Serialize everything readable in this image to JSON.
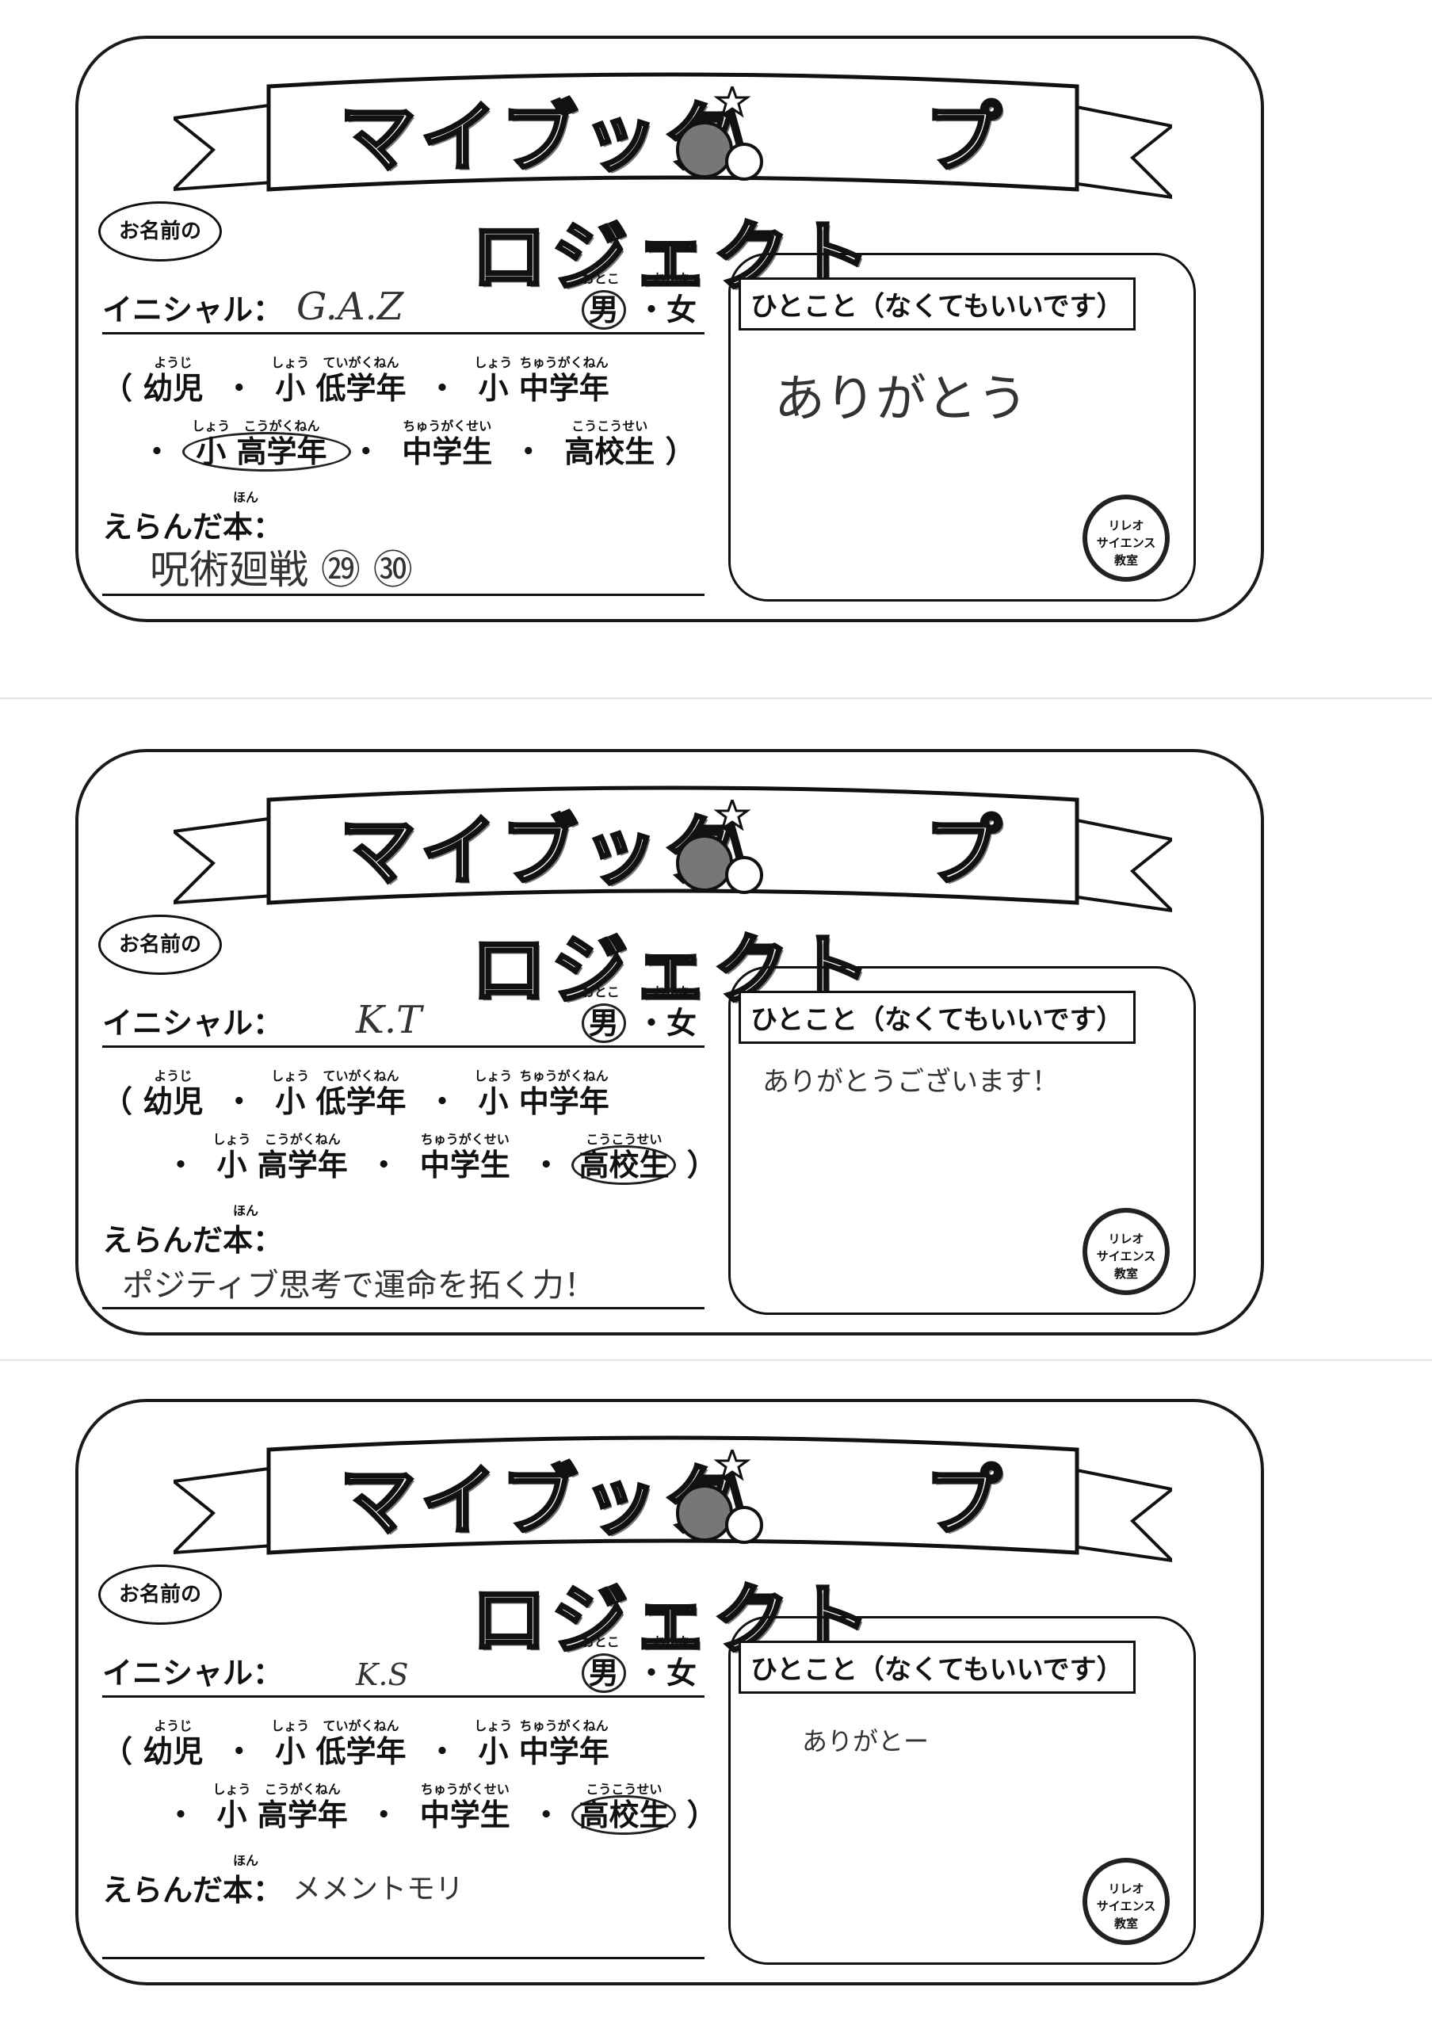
{
  "form": {
    "title_part1": "マイブック",
    "title_part2": "プロジェクト",
    "name_bubble": "お名前の",
    "initial_label": "イニシャル：",
    "gender_ruby_male": "おとこ",
    "gender_ruby_female": "おんな",
    "gender_male": "男",
    "gender_female": "女",
    "grade_line1": {
      "open": "（",
      "g1": "幼児",
      "g1_ruby": "ようじ",
      "g2a": "小",
      "g2a_ruby": "しょう",
      "g2": "低学年",
      "g2_ruby": "ていがくねん",
      "g3a": "小",
      "g3a_ruby": "しょう",
      "g3": "中学年",
      "g3_ruby": "ちゅうがくねん",
      "sep": "・"
    },
    "grade_line2": {
      "g4a": "小",
      "g4a_ruby": "しょう",
      "g4": "高学年",
      "g4_ruby": "こうがくねん",
      "g5": "中学生",
      "g5_ruby": "ちゅうがくせい",
      "g6": "高校生",
      "g6_ruby": "こうこうせい",
      "close": "）",
      "sep": "・"
    },
    "book_label": "えらんだ本：",
    "book_ruby": "ほん",
    "comment_title": "ひとこと（なくてもいいです）",
    "logo_text_1": "リレオ",
    "logo_text_2": "サイエンス",
    "logo_text_3": "教室"
  },
  "cards": [
    {
      "initial": "G.A.Z",
      "book": "呪術廻戦 ㉙ ㉚",
      "comment": "ありがとう"
    },
    {
      "initial": "K.T",
      "book": "ポジティブ思考で運命を拓く力！",
      "comment": "ありがとうございます！"
    },
    {
      "initial": "K.S",
      "book": "メメントモリ",
      "comment": "ありがとー"
    }
  ],
  "colors": {
    "ink": "#111111",
    "handwriting": "#333333",
    "paper": "#ffffff"
  }
}
